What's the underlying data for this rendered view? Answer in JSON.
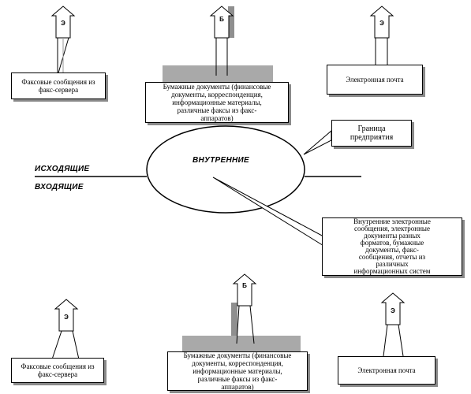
{
  "title_outgoing": "ИСХОДЯЩИЕ",
  "title_incoming": "ВХОДЯЩИЕ",
  "circle_label": "ВНУТРЕННИЕ",
  "boundary_label": "Граница\nпредприятия",
  "internal_callout": "Внутренние электронные\nсообщения, электронные\nдокументы разных\nформатов, бумажные\nдокументы, факс-\nсообщения, отчеты из\nразличных\nинформационных систем",
  "top": {
    "fax": {
      "letter": "Э",
      "text": "Факсовые сообщения из\nфакс-сервера"
    },
    "paper": {
      "letter": "Б",
      "text": "Бумажные документы (финансовые\nдокументы, корреспонденция,\nинформационные материалы,\nразличные факсы из факс-\nаппаратов)"
    },
    "email": {
      "letter": "Э",
      "text": "Электронная почта"
    }
  },
  "bottom": {
    "fax": {
      "letter": "Э",
      "text": "Факсовые сообщения из\nфакс-сервера"
    },
    "paper": {
      "letter": "Б",
      "text": "Бумажные документы (финансовые\nдокументы, корреспонденция,\nинформационные материалы,\nразличные факсы из факс-\nаппаратов)"
    },
    "email": {
      "letter": "Э",
      "text": "Электронная почта"
    }
  }
}
